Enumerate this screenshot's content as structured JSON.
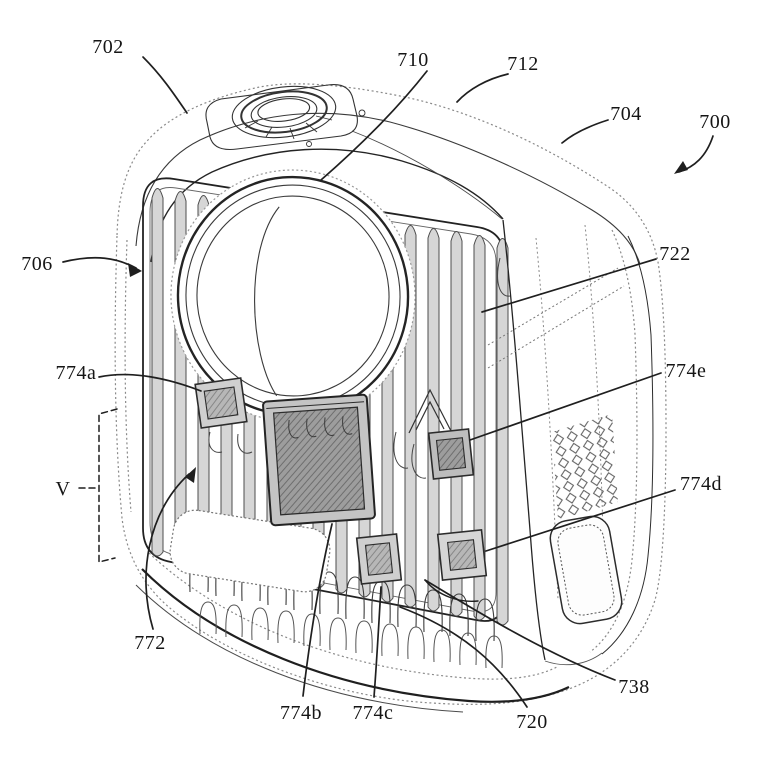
{
  "figure": {
    "kind": "patent-line-drawing",
    "ink_color": "#1f1f1f",
    "shade_color": "#b7b7b7",
    "labels": {
      "702": "702",
      "710": "710",
      "712": "712",
      "704": "704",
      "700": "700",
      "706": "706",
      "722": "722",
      "774a": "774a",
      "774b": "774b",
      "774c": "774c",
      "774d": "774d",
      "774e": "774e",
      "772": "772",
      "720": "720",
      "738": "738",
      "V": "V"
    }
  }
}
